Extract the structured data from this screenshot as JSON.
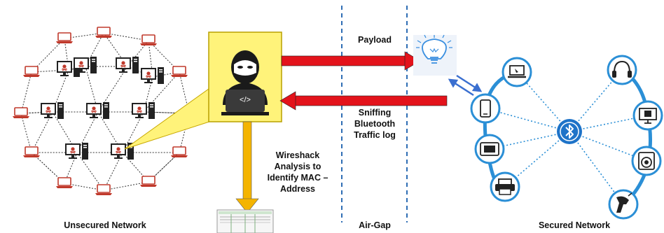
{
  "labels": {
    "unsecured_network": "Unsecured Network",
    "air_gap": "Air-Gap",
    "secured_network": "Secured Network",
    "payload": "Payload",
    "sniffing_line1": "Sniffing",
    "sniffing_line2": "Bluetooth",
    "sniffing_line3": "Traffic log",
    "wireshark_line1": "Wireshack",
    "wireshark_line2": "Analysis to",
    "wireshark_line3": "Identify MAC –",
    "wireshark_line4": "Address"
  },
  "hacker": {
    "screen_text": "</>"
  },
  "colors": {
    "laptop": "#c0392b",
    "desktop": "#222222",
    "hacker_panel": "#fff37a",
    "payload_arrow": "#e3131b",
    "analysis_arrow": "#f4b400",
    "airgap_line": "#2e6db4",
    "secured_node": "#2b8fd6",
    "bluetooth": "#1e73c8"
  },
  "secured_network": {
    "hub_icon": "bluetooth-icon",
    "devices": [
      "laptop-icon",
      "smartphone-icon",
      "tablet-icon",
      "printer-icon",
      "headphones-icon",
      "monitor-icon",
      "speaker-icon",
      "scanner-icon"
    ]
  },
  "lightbulb_icon": "lightbulb-icon"
}
